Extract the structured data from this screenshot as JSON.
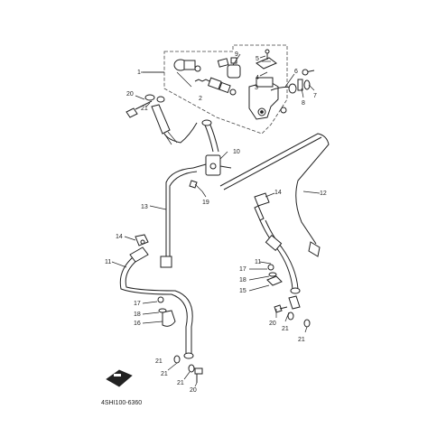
{
  "figure_code": "4SHI100-6360",
  "callouts": {
    "c1": "1",
    "c2": "2",
    "c3": "3",
    "c4": "4",
    "c5": "5",
    "c6": "6",
    "c7": "7",
    "c8": "8",
    "c9": "9",
    "c10": "10",
    "c11a": "11",
    "c11b": "11",
    "c12": "12",
    "c13": "13",
    "c14a": "14",
    "c14b": "14",
    "c15": "15",
    "c16": "16",
    "c17a": "17",
    "c17b": "17",
    "c18a": "18",
    "c18b": "18",
    "c19": "19",
    "c20a": "20",
    "c20b": "20",
    "c20c": "20",
    "c21a": "21",
    "c21b": "21",
    "c21c": "21",
    "c21d": "21",
    "c21e": "21",
    "c21f": "21"
  }
}
